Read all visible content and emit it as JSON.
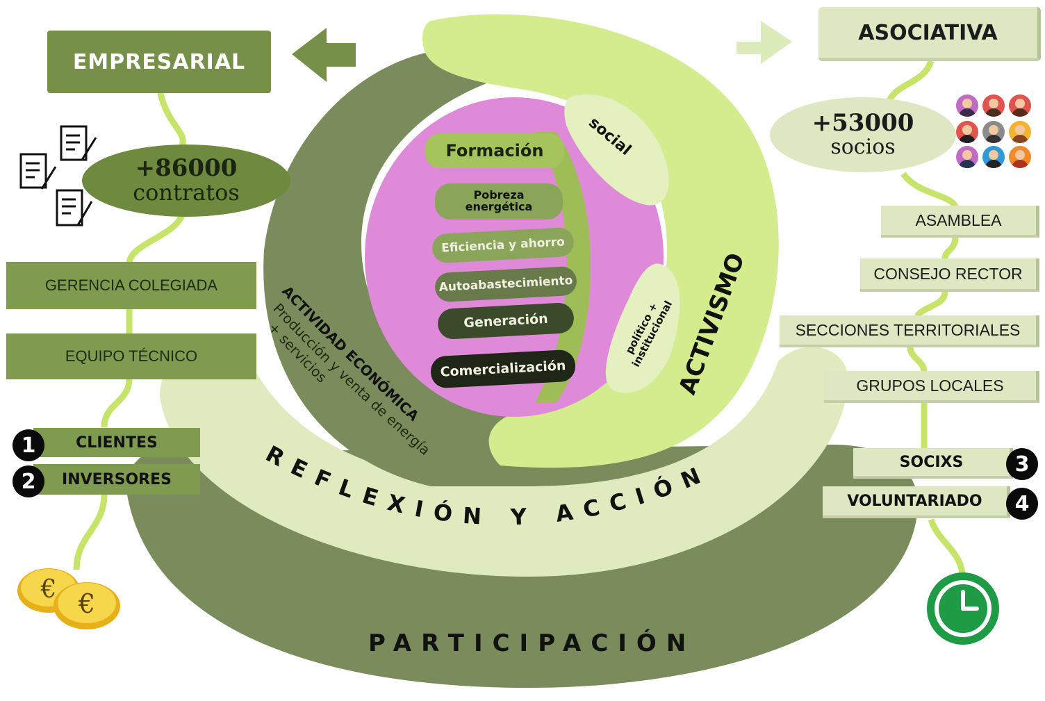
{
  "left": {
    "empresarial": "EMPRESARIAL",
    "contracts_count": "+86000",
    "contracts_label": "contratos",
    "gerencia": "GERENCIA COLEGIADA",
    "equipo": "EQUIPO TÉCNICO",
    "clientes_num": "1",
    "clientes": "CLIENTES",
    "inversores_num": "2",
    "inversores": "INVERSORES",
    "coins_icon": "euro-coins-icon",
    "docs_icon": "signed-document-icon"
  },
  "right": {
    "asociativa": "ASOCIATIVA",
    "socios_count": "+53000",
    "socios_label": "socios",
    "asamblea": "ASAMBLEA",
    "consejo": "CONSEJO RECTOR",
    "secciones": "SECCIONES TERRITORIALES",
    "grupos": "GRUPOS LOCALES",
    "socixs_num": "3",
    "socixs": "SOCIXS",
    "voluntariado_num": "4",
    "voluntariado": "VOLUNTARIADO",
    "clock_icon": "clock-icon",
    "people_icon": "people-avatars-icon"
  },
  "center": {
    "pills": [
      "Formación",
      "Pobreza energética",
      "Eficiencia y ahorro",
      "Autoabastecimiento",
      "Generación",
      "Comercialización"
    ],
    "social": "social",
    "politico": "político +",
    "institucional": "institucional",
    "activismo": "ACTIVISMO",
    "actividad_title": "ACTIVIDAD ECONÓMICA",
    "actividad_line1": "Producción y venta de energía",
    "actividad_line2": "+ servicios",
    "reflexion": "REFLEXIÓN Y ACCIÓN",
    "participacion": "PARTICIPACIÓN"
  },
  "colors": {
    "dark_olive": "#7b8c5c",
    "mid_olive": "#76904a",
    "light_green": "#d2ec8e",
    "pale_green": "#dfeabf",
    "magenta": "#df8ad8",
    "lime_line": "#c6e36a"
  }
}
